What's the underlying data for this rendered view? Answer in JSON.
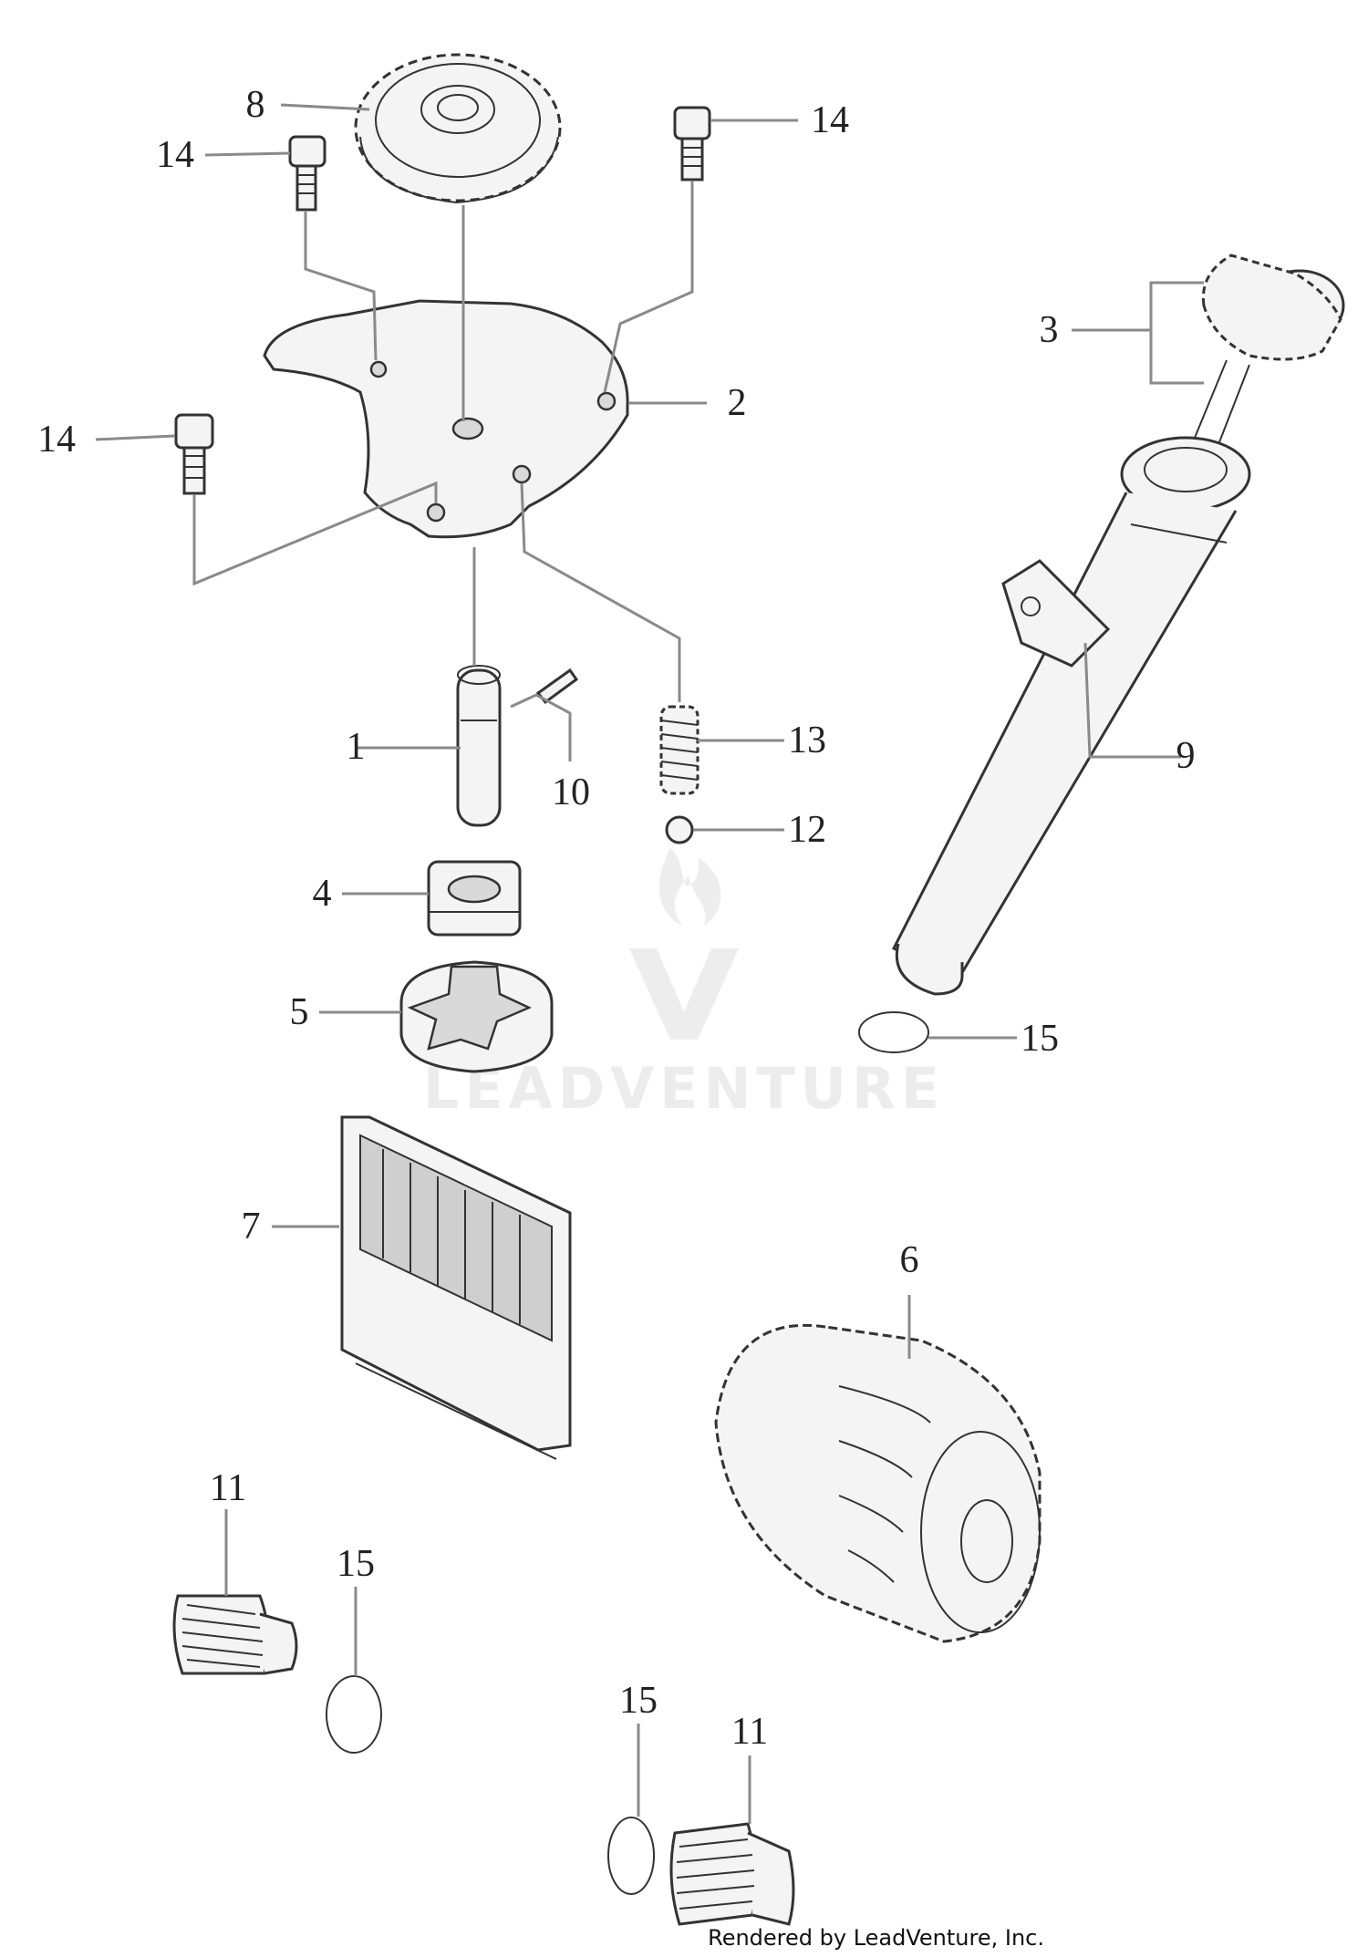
{
  "callouts": [
    {
      "id": "c8",
      "text": "8"
    },
    {
      "id": "c14a",
      "text": "14"
    },
    {
      "id": "c14b",
      "text": "14"
    },
    {
      "id": "c14c",
      "text": "14"
    },
    {
      "id": "c3",
      "text": "3"
    },
    {
      "id": "c2",
      "text": "2"
    },
    {
      "id": "c1",
      "text": "1"
    },
    {
      "id": "c10",
      "text": "10"
    },
    {
      "id": "c13",
      "text": "13"
    },
    {
      "id": "c12",
      "text": "12"
    },
    {
      "id": "c9",
      "text": "9"
    },
    {
      "id": "c4",
      "text": "4"
    },
    {
      "id": "c5",
      "text": "5"
    },
    {
      "id": "c15a",
      "text": "15"
    },
    {
      "id": "c7",
      "text": "7"
    },
    {
      "id": "c6",
      "text": "6"
    },
    {
      "id": "c11a",
      "text": "11"
    },
    {
      "id": "c15b",
      "text": "15"
    },
    {
      "id": "c15c",
      "text": "15"
    },
    {
      "id": "c11b",
      "text": "11"
    }
  ],
  "watermark": {
    "text": "LEADVENTURE"
  },
  "credit": {
    "text": "Rendered by LeadVenture, Inc."
  }
}
